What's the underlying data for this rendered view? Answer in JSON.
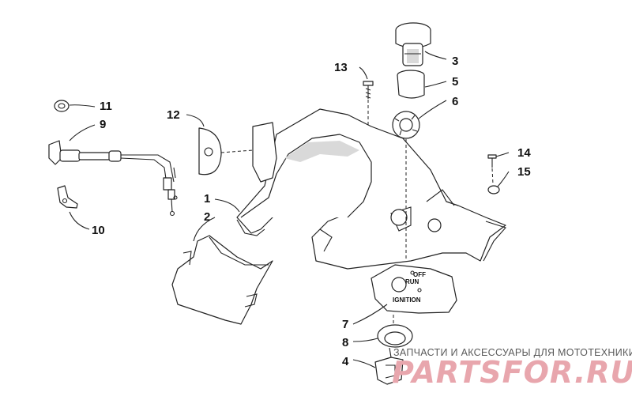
{
  "labels": {
    "l1": "1",
    "l2": "2",
    "l3": "3",
    "l4": "4",
    "l5": "5",
    "l6": "6",
    "l7": "7",
    "l8": "8",
    "l9": "9",
    "l10": "10",
    "l11": "11",
    "l12": "12",
    "l13": "13",
    "l14": "14",
    "l15": "15"
  },
  "switch_plate": {
    "off": "OFF",
    "run": "RUN",
    "ignition": "IGNITION"
  },
  "watermark": {
    "tagline": "ЗАПЧАСТИ И АКСЕССУАРЫ ДЛЯ МОТОТЕХНИКИ",
    "brand": "PARTSFOR.RU"
  },
  "colors": {
    "line": "#222222",
    "watermark_brand": "#e8a6ad",
    "watermark_text": "#5a5a5a"
  }
}
